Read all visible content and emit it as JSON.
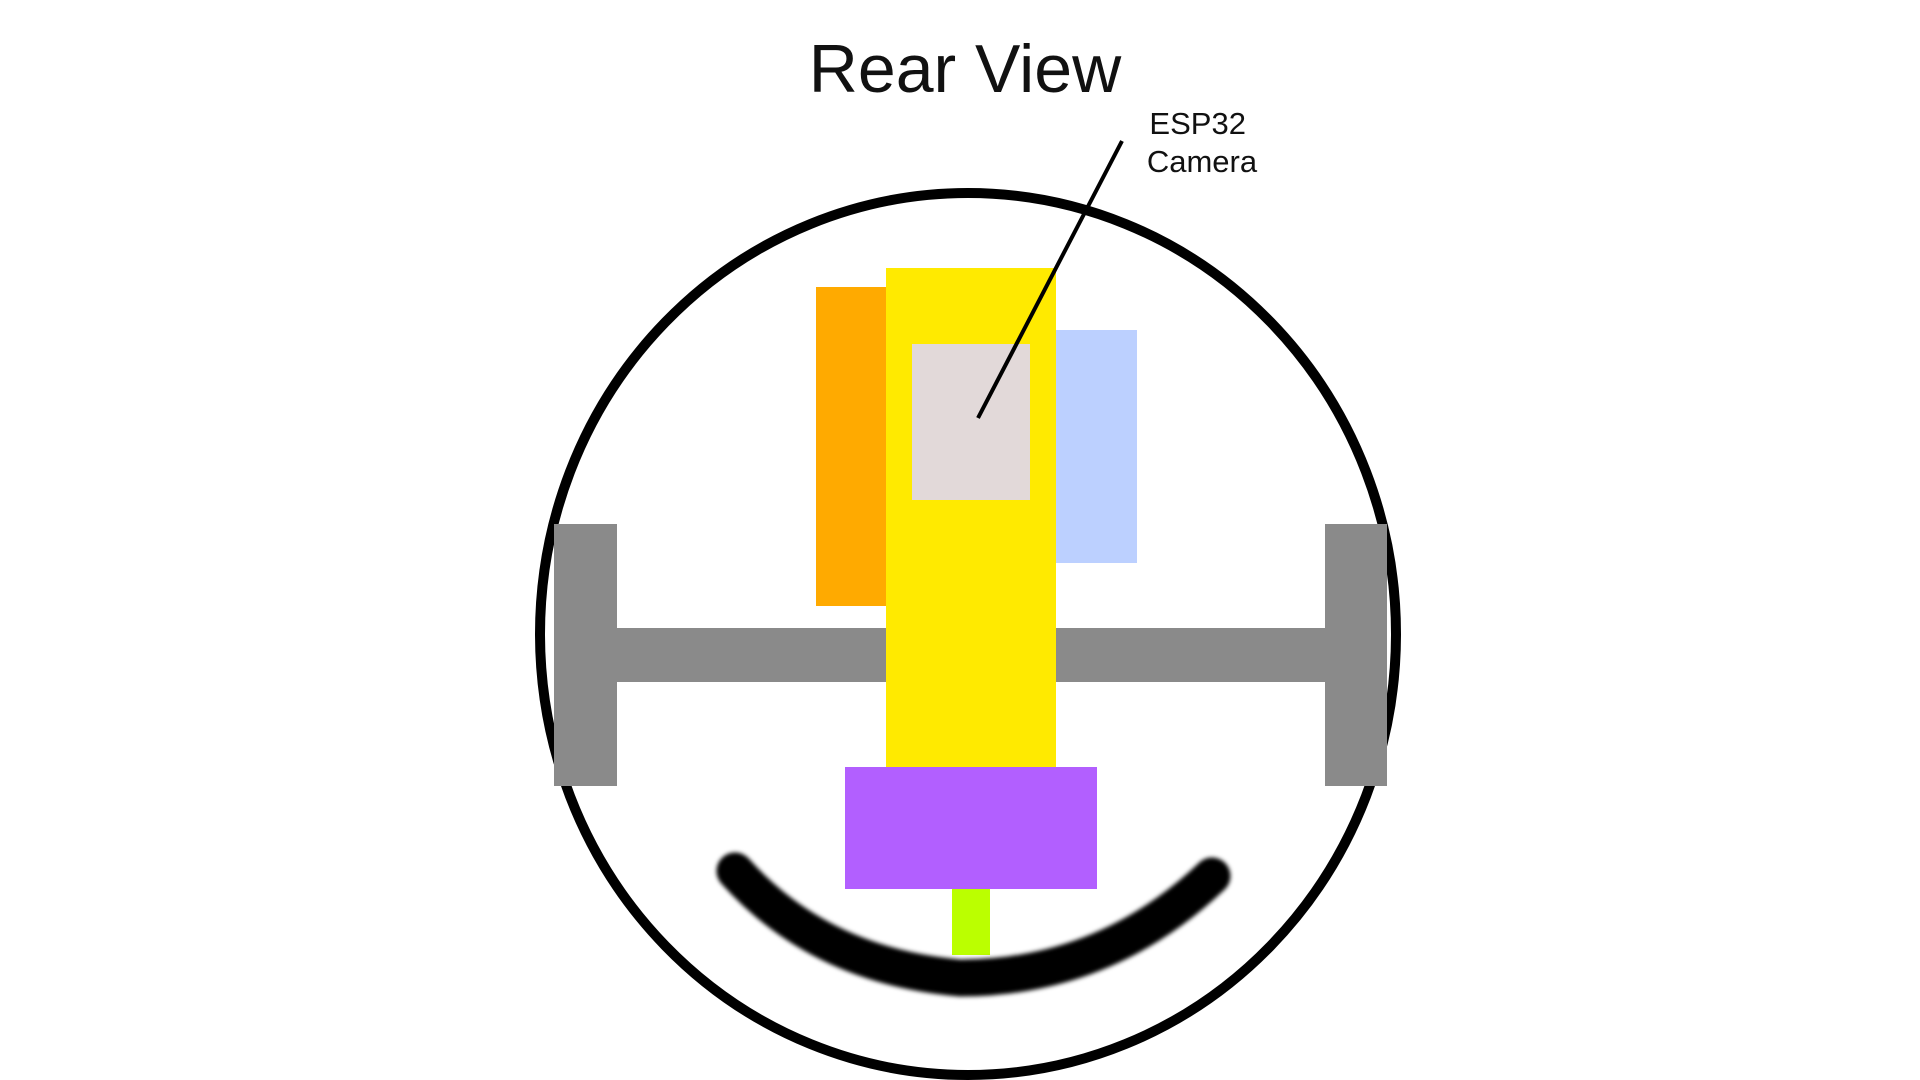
{
  "diagram": {
    "title": "Rear View",
    "callout": {
      "line1": "ESP32",
      "line2": "Camera"
    },
    "colors": {
      "outline": "#000000",
      "frame": "#8a8a8a",
      "main_board": "#ffea00",
      "camera_module": "#e2d9d9",
      "left_module": "#ffaa00",
      "right_module": "#bcd0ff",
      "bottom_module": "#b25fff",
      "connector": "#bbff00",
      "smile_arc": "#000000"
    }
  }
}
